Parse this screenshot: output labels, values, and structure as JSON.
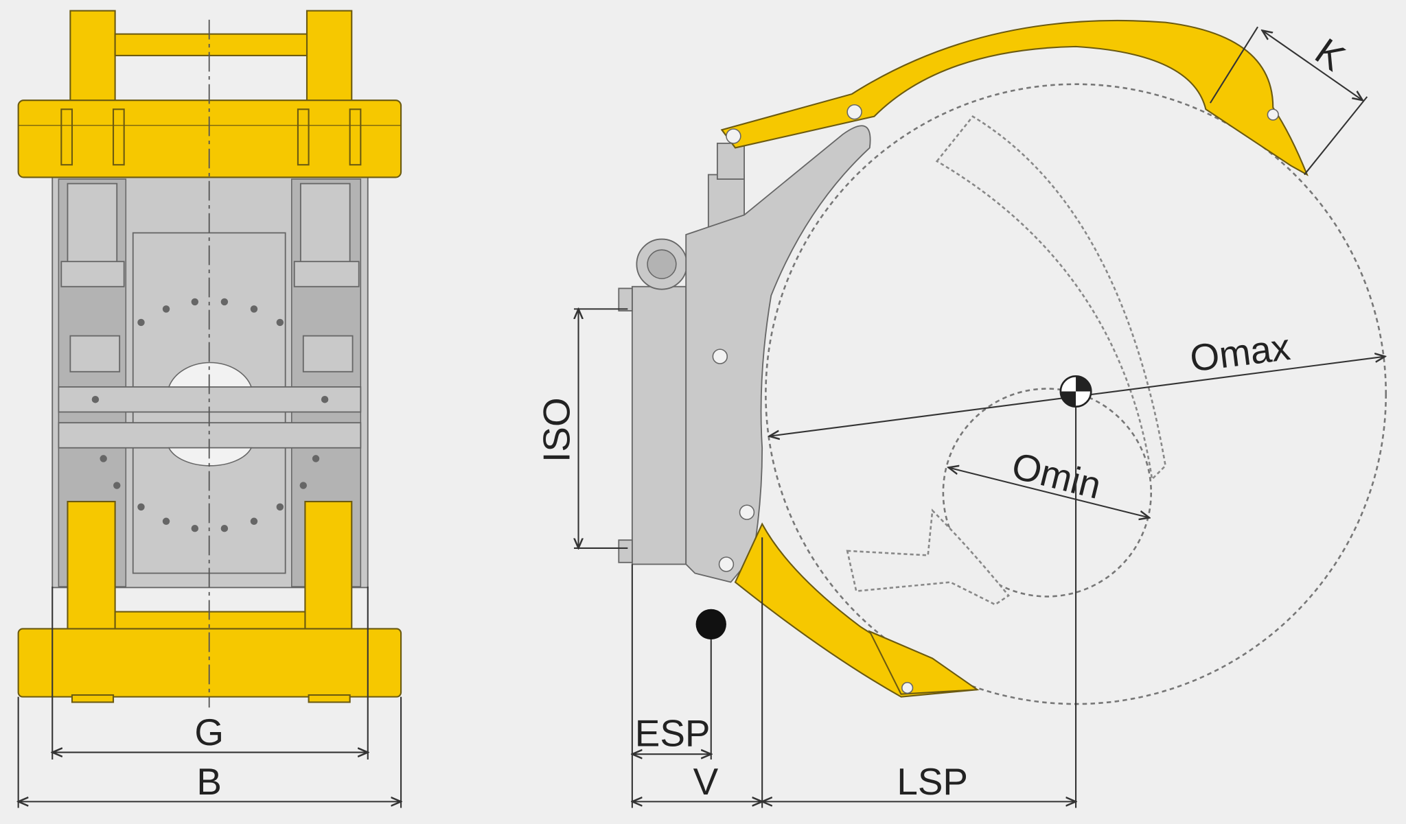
{
  "diagram": {
    "title": "Roll clamp dimension drawing",
    "colors": {
      "body_yellow": "#f6c800",
      "body_grey": "#c9c9c9",
      "background": "#efefef"
    },
    "front_view": {
      "labels": {
        "G": "G",
        "B": "B"
      }
    },
    "side_view": {
      "labels": {
        "K": "K",
        "Omax": "Omax",
        "Omin": "Omin",
        "ISO": "ISO",
        "ESP": "ESP",
        "V": "V",
        "LSP": "LSP"
      }
    }
  }
}
